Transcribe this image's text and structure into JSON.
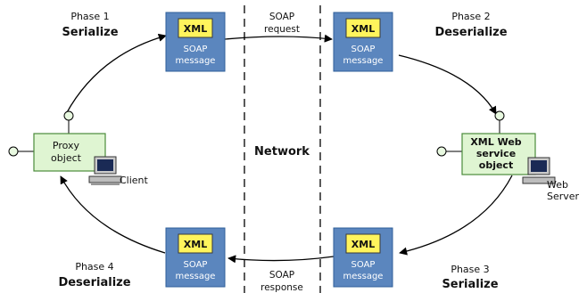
{
  "phases": {
    "p1": {
      "num": "Phase 1",
      "name": "Serialize"
    },
    "p2": {
      "num": "Phase 2",
      "name": "Deserialize"
    },
    "p3": {
      "num": "Phase 3",
      "name": "Serialize"
    },
    "p4": {
      "num": "Phase 4",
      "name": "Deserialize"
    }
  },
  "message": {
    "xml": "XML",
    "line1": "SOAP",
    "line2": "message"
  },
  "request": {
    "line1": "SOAP",
    "line2": "request"
  },
  "response": {
    "line1": "SOAP",
    "line2": "response"
  },
  "network_label": "Network",
  "proxy": {
    "line1": "Proxy",
    "line2": "object"
  },
  "client_label": "Client",
  "service": {
    "line1": "XML Web",
    "line2": "service",
    "line3": "object"
  },
  "server": {
    "line1": "Web",
    "line2": "Server"
  },
  "colors": {
    "message_box": "#5b86be",
    "message_border": "#2f5f9a",
    "xml_box": "#fff45c",
    "object_box": "#dff5d2",
    "object_border": "#4b8b3b",
    "connector": "#e8f9e0"
  }
}
